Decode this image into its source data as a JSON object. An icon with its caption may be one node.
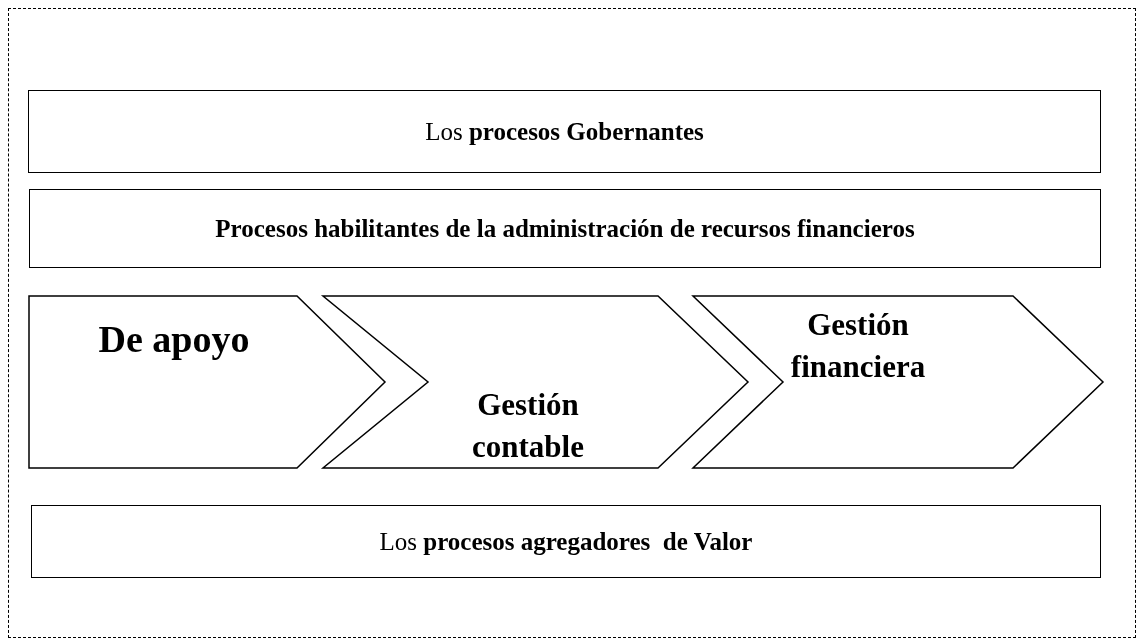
{
  "diagram": {
    "nodes": [
      {
        "text": [],
        "shape": "box"
      },
      {
        "text": [
          "Los **procesos Gobernantes**"
        ],
        "in": 0
      },
      {
        "text": [
          "Procesos habilitantes de la administración de recursos financieros"
        ],
        "in": 0
      },
      {
        "text": [
          "De apoyo"
        ],
        "in": 0
      },
      {
        "text": [
          "Gestión contable"
        ],
        "in": 0
      },
      {
        "text": [
          "Gestión financiera"
        ],
        "in": 0
      },
      {
        "text": [
          "Los **procesos agregadores  de Valor**"
        ],
        "in": 0
      }
    ]
  }
}
